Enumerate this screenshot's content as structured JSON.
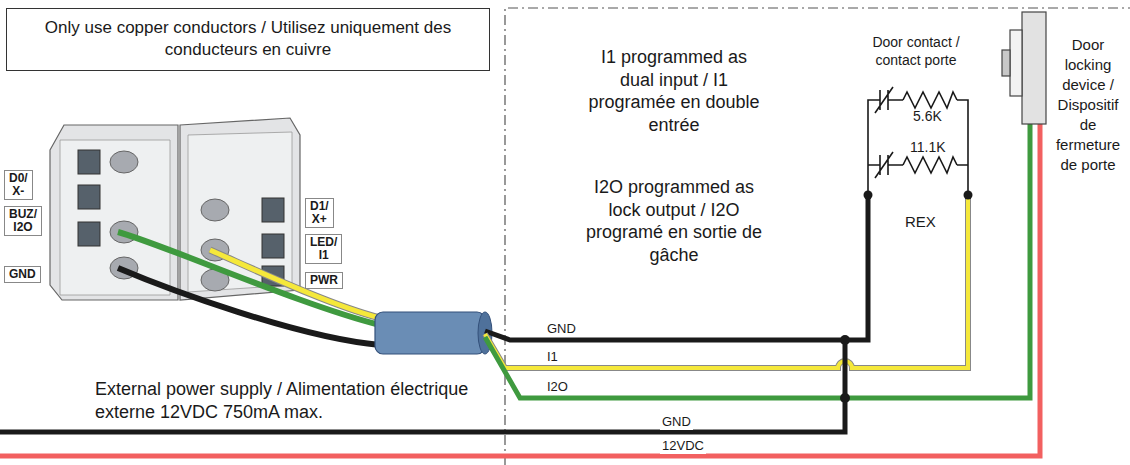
{
  "diagram": {
    "nodes": [
      {
        "text": [
          "Only use copper conductors / Utilisez uniquement des conducteurs en cuivre"
        ]
      }
    ],
    "labels": [
      "D0/ X-",
      "BUZ/ I2O",
      "GND",
      "D1/ X+",
      "LED/ I1",
      "PWR",
      "I1 programmed as dual input / I1 programée en double entrée",
      "I2O programmed as lock output / I2O programé en sortie de gâche",
      "Door contact / contact porte",
      "5.6K",
      "11.1K",
      "REX",
      "Door locking device / Dispositif de fermeture de porte",
      "GND",
      "I1",
      "I2O",
      "GND",
      "12VDC",
      "External power supply / Alimentation électrique externe 12VDC 750mA max."
    ]
  }
}
